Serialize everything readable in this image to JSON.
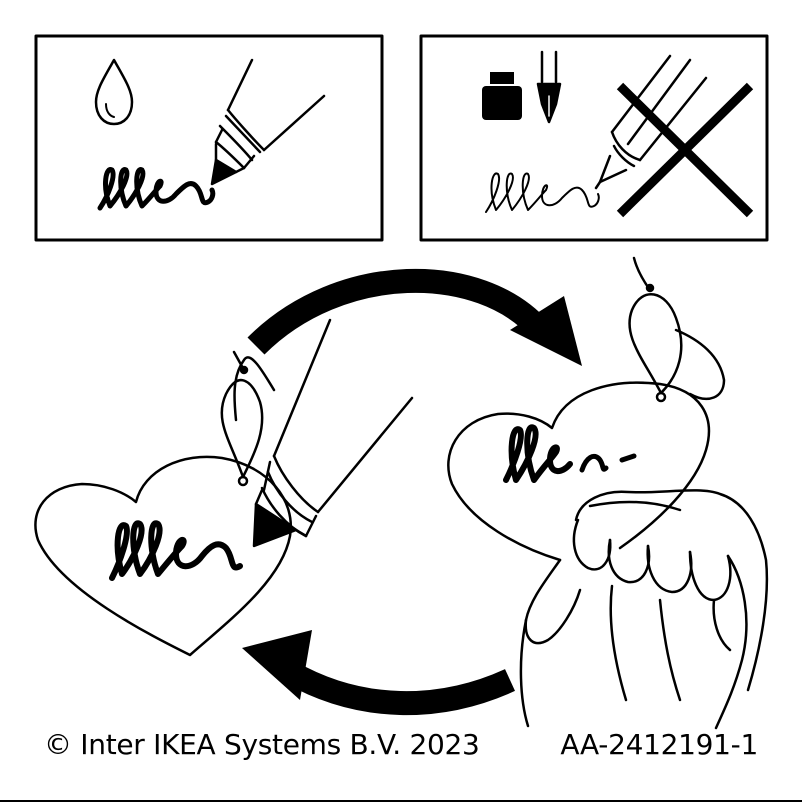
{
  "footer": {
    "copyright": "© Inter IKEA Systems B.V. 2023",
    "article_code": "AA-2412191-1"
  },
  "panels": [
    {
      "name": "correct-pen-panel",
      "icons": [
        "water-drop-icon",
        "marker-pen-icon",
        "handwriting-icon"
      ]
    },
    {
      "name": "incorrect-pen-panel",
      "icons": [
        "ink-bottle-icon",
        "fountain-pen-icon",
        "ballpoint-pen-icon",
        "handwriting-icon",
        "cross-icon"
      ]
    }
  ],
  "main_illustration": {
    "icons": [
      "heart-tag-icon",
      "marker-pen-icon",
      "handwriting-icon",
      "heart-tag-icon",
      "wiping-hand-icon",
      "cycle-arrow-icon"
    ]
  },
  "colors": {
    "ink": "#000000",
    "paper": "#ffffff"
  }
}
